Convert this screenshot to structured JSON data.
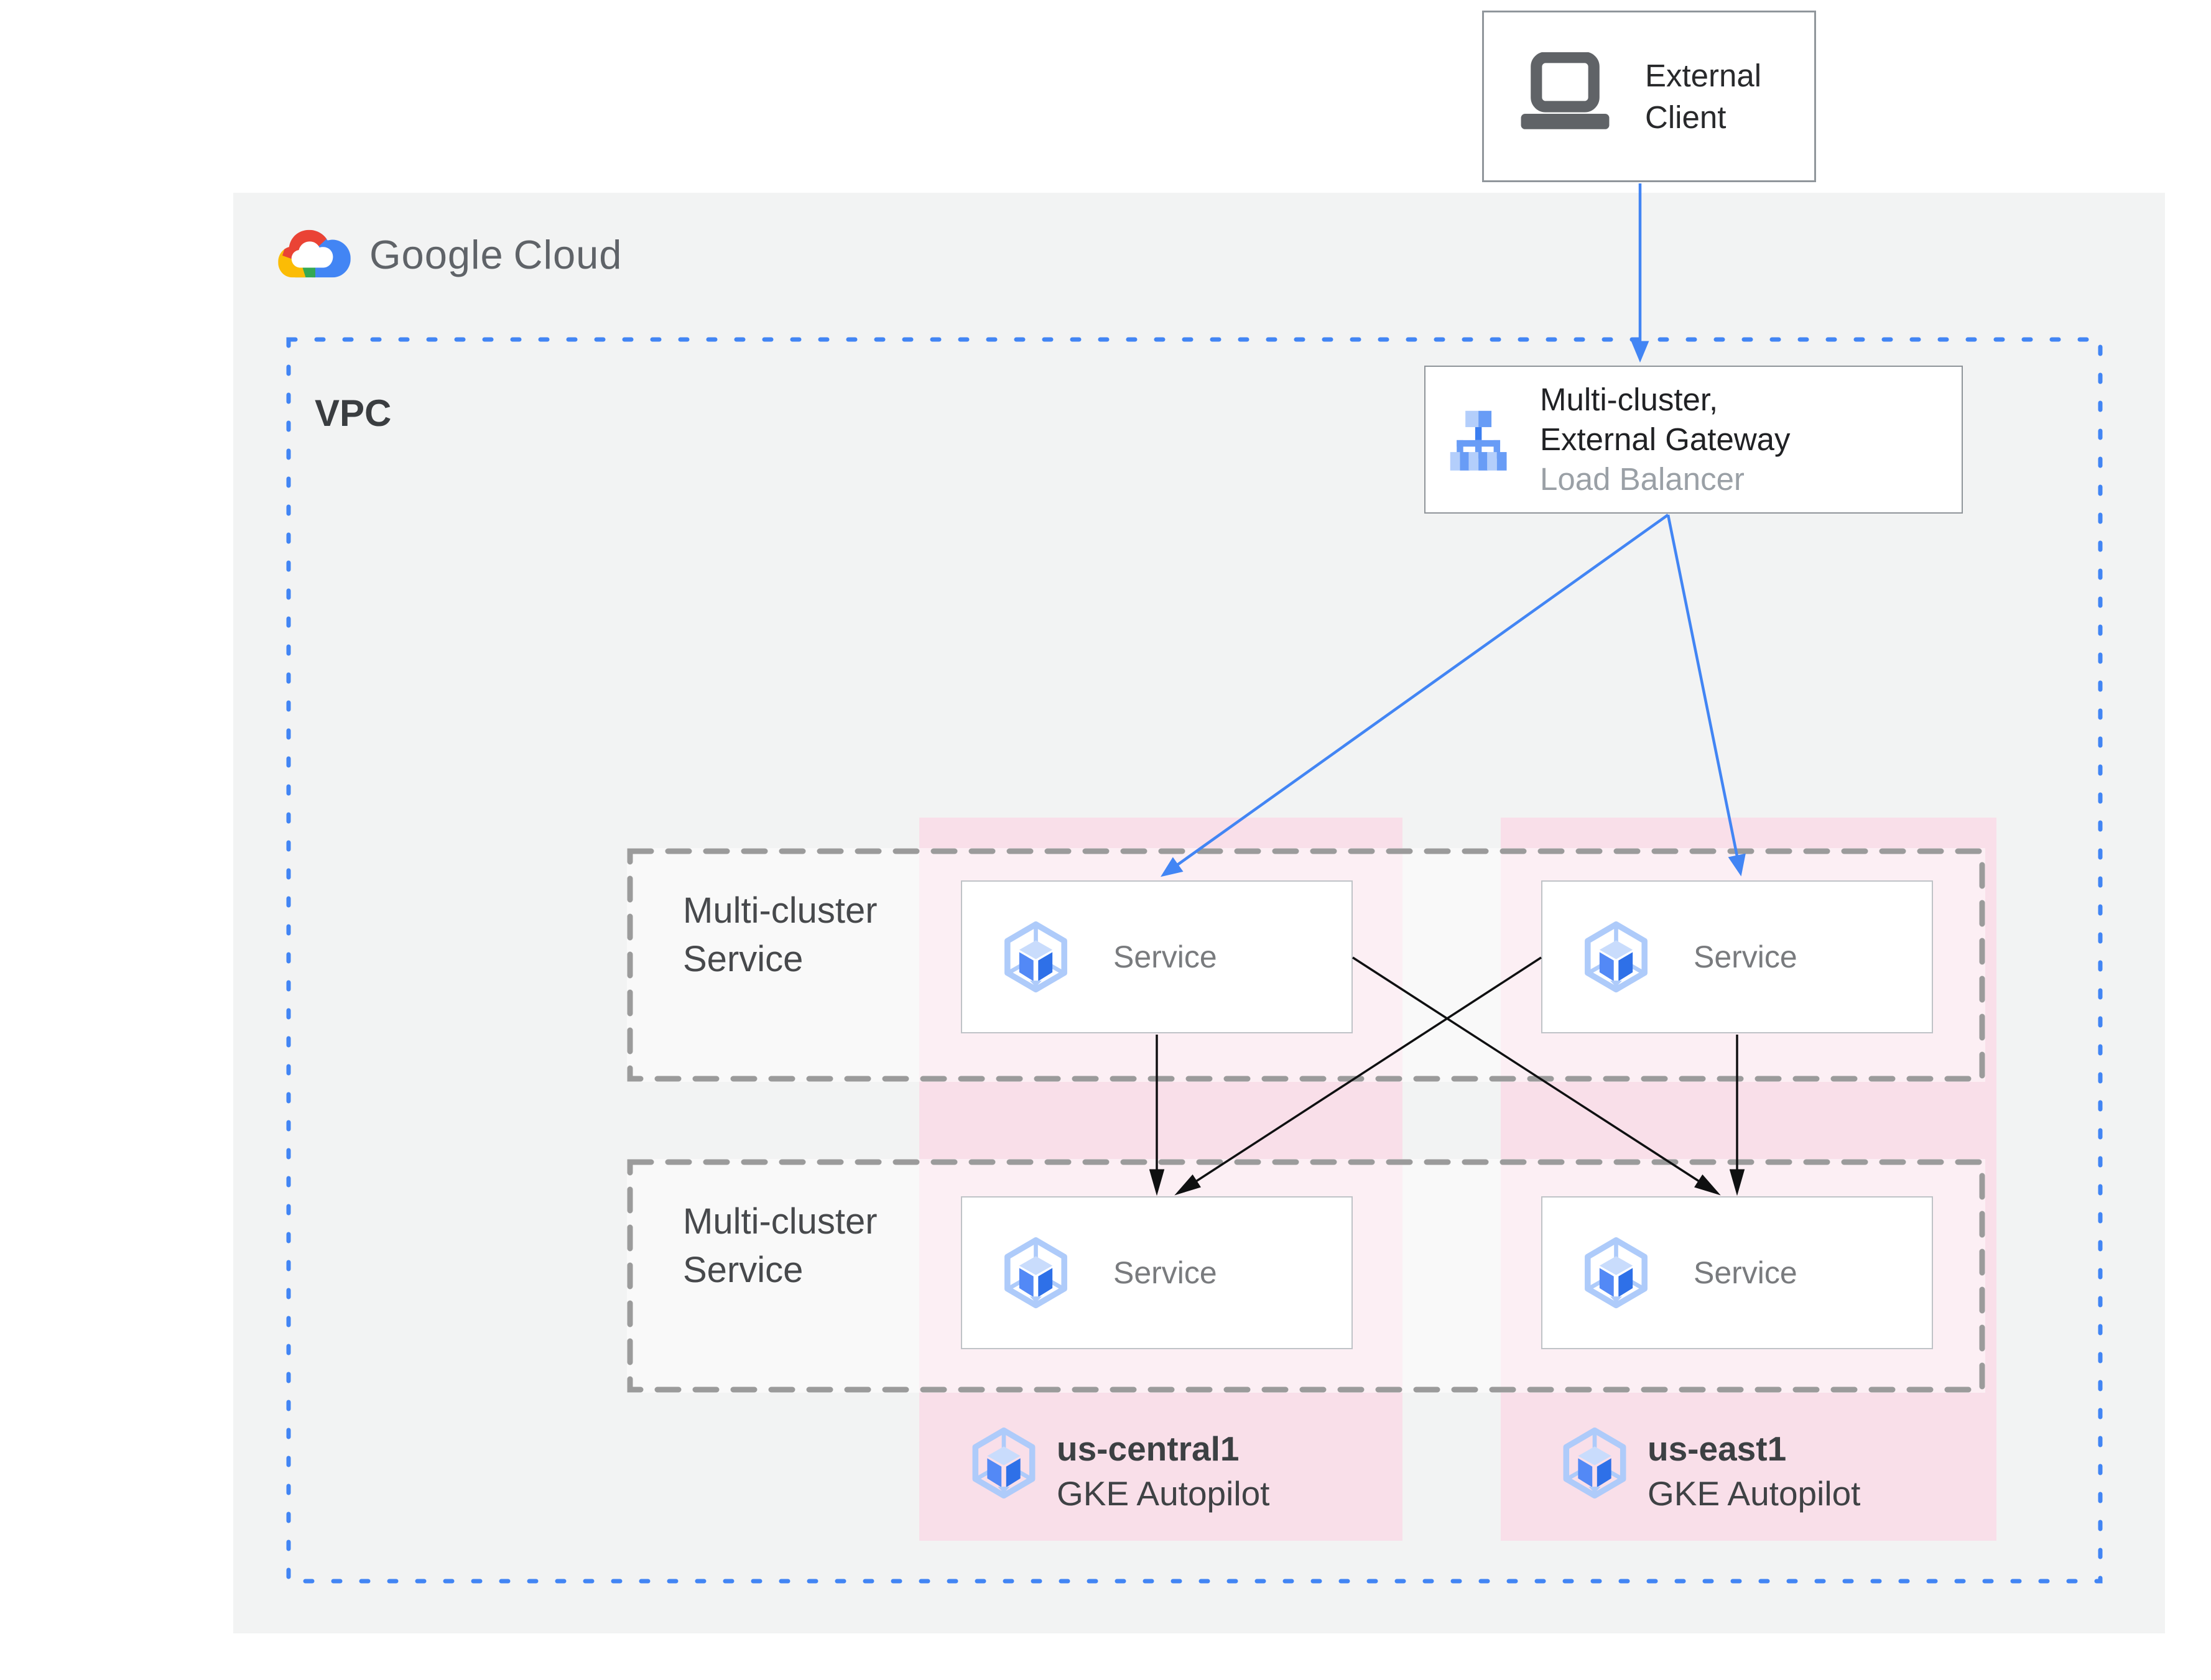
{
  "logo": {
    "part1": "Google",
    "part2": "Cloud"
  },
  "external_client": {
    "line1": "External",
    "line2": "Client"
  },
  "vpc": {
    "label": "VPC"
  },
  "gateway": {
    "line1": "Multi-cluster,",
    "line2": "External Gateway",
    "line3": "Load Balancer"
  },
  "rows": [
    {
      "line1": "Multi-cluster",
      "line2": "Service"
    },
    {
      "line1": "Multi-cluster",
      "line2": "Service"
    }
  ],
  "services": [
    {
      "label": "Service"
    },
    {
      "label": "Service"
    },
    {
      "label": "Service"
    },
    {
      "label": "Service"
    }
  ],
  "clusters": [
    {
      "region": "us-central1",
      "platform": "GKE Autopilot"
    },
    {
      "region": "us-east1",
      "platform": "GKE Autopilot"
    }
  ],
  "colors": {
    "google_blue": "#4285f4",
    "surface_gray": "#f2f3f3",
    "cluster_pink": "#f9dfe9",
    "dash_gray": "#9b9b9b",
    "box_border_gray": "#8f9499",
    "text_dark": "#202124",
    "service_text_gray": "#797b7e",
    "subtitle_gray": "#9aa0a6",
    "logo_red": "#ea4335",
    "logo_yellow": "#fbbc05",
    "logo_green": "#34a853"
  }
}
